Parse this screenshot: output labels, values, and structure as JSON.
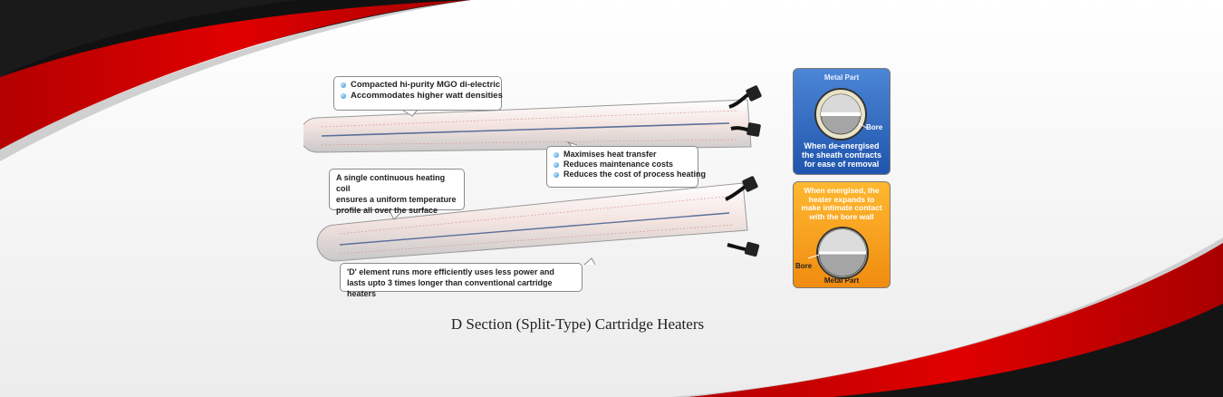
{
  "callouts": {
    "top": [
      "Compacted hi-purity MGO di-electric",
      "Accommodates higher watt densities"
    ],
    "middle": [
      "Maximises heat transfer",
      "Reduces maintenance costs",
      "Reduces the cost of process heating"
    ],
    "coil": [
      "A single continuous heating coil",
      "ensures a uniform temperature",
      "profile all over the surface"
    ],
    "bottom": [
      "'D' element runs more efficiently uses less power and",
      "lasts upto 3 times longer than conventional cartridge heaters"
    ]
  },
  "panels": {
    "deenergised": {
      "part_label": "Metal Part",
      "bore_label": "Bore",
      "lines": [
        "When de-energised",
        "the sheath contracts",
        "for ease of removal"
      ]
    },
    "energised": {
      "lines": [
        "When energised, the",
        "heater expands to",
        "make intimate contact",
        "with the bore wall"
      ],
      "bore_label": "Bore",
      "part_label": "Metal Part"
    }
  },
  "caption": "D Section (Split-Type) Cartridge Heaters",
  "colors": {
    "red": "#d40000",
    "black": "#111111",
    "blue_panel": "#2a62b8",
    "orange_panel": "#f5a21e"
  }
}
